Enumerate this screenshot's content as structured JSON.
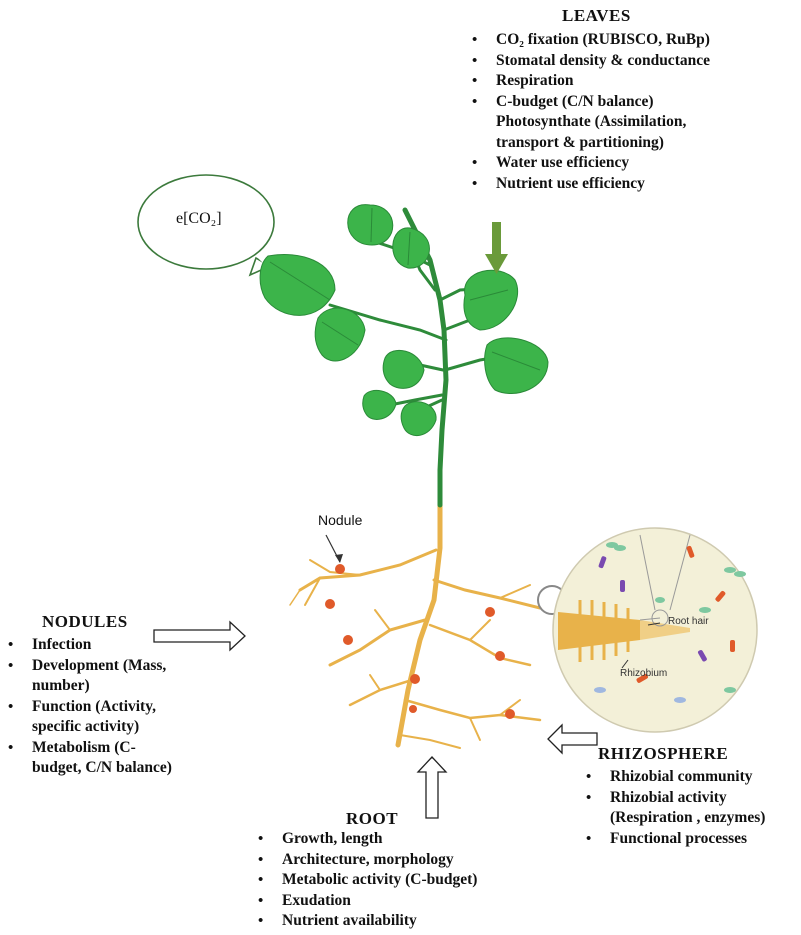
{
  "leaves": {
    "heading": "LEAVES",
    "items": [
      "CO₂ fixation (RUBISCO, RuBp)",
      "Stomatal density & conductance",
      "Respiration",
      "C-budget (C/N balance)",
      "Photosynthate (Assimilation,",
      "transport & partitioning)",
      "Water use efficiency",
      "Nutrient use efficiency"
    ]
  },
  "bubble": {
    "text": "e[CO₂]"
  },
  "nodule_label": "Nodule",
  "nodules": {
    "heading": "NODULES",
    "items": [
      "Infection",
      "Development (Mass,",
      "number)",
      "Function (Activity,",
      "specific activity)",
      "Metabolism (C-",
      "budget, C/N balance)"
    ]
  },
  "rhizosphere": {
    "heading": "RHIZOSPHERE",
    "items": [
      "Rhizobial community",
      "Rhizobial activity",
      "(Respiration , enzymes)",
      "Functional processes"
    ],
    "inset": {
      "root_hair": "Root hair",
      "rhizobium": "Rhizobium"
    }
  },
  "root": {
    "heading": "ROOT",
    "items": [
      "Growth, length",
      "Architecture, morphology",
      "Metabolic activity (C-budget)",
      "Exudation",
      "Nutrient availability"
    ]
  },
  "colors": {
    "leaf": "#3cb44a",
    "leaf_vein": "#2a8a38",
    "stem": "#2e8b3a",
    "root": "#e8b24a",
    "nodule": "#e05a2a",
    "arrow_green": "#6a9a3a",
    "inset_bg": "#f3f0d8"
  }
}
